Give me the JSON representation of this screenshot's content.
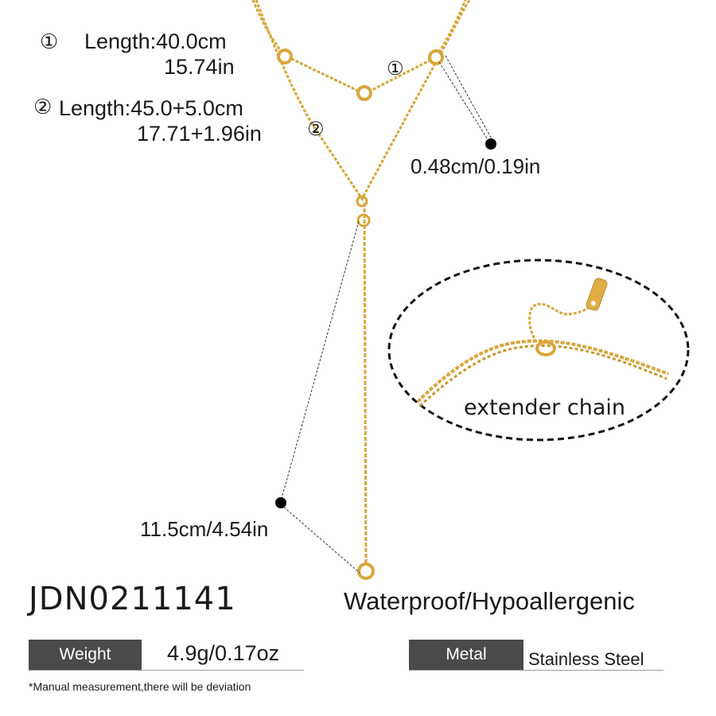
{
  "specs": {
    "item1": {
      "marker": "①",
      "length_cm": "Length:40.0cm",
      "length_in": "15.74in"
    },
    "item2": {
      "marker": "②",
      "length_cm": "Length:45.0+5.0cm",
      "length_in": "17.71+1.96in"
    }
  },
  "markers": {
    "one": "①",
    "two": "②"
  },
  "dimensions": {
    "pendant_size": "0.48cm/0.19in",
    "drop_length": "11.5cm/4.54in"
  },
  "detail": {
    "extender_label": "extender chain"
  },
  "product": {
    "sku": "JDN0211141",
    "features": "Waterproof/Hypoallergenic",
    "weight_label": "Weight",
    "weight_value": "4.9g/0.17oz",
    "metal_label": "Metal",
    "metal_value": "Stainless Steel",
    "note": "*Manual measurement,there will be deviation"
  },
  "colors": {
    "gold": "#d9a63a",
    "tag_bg": "#4a4a4a",
    "dot": "#000000"
  }
}
